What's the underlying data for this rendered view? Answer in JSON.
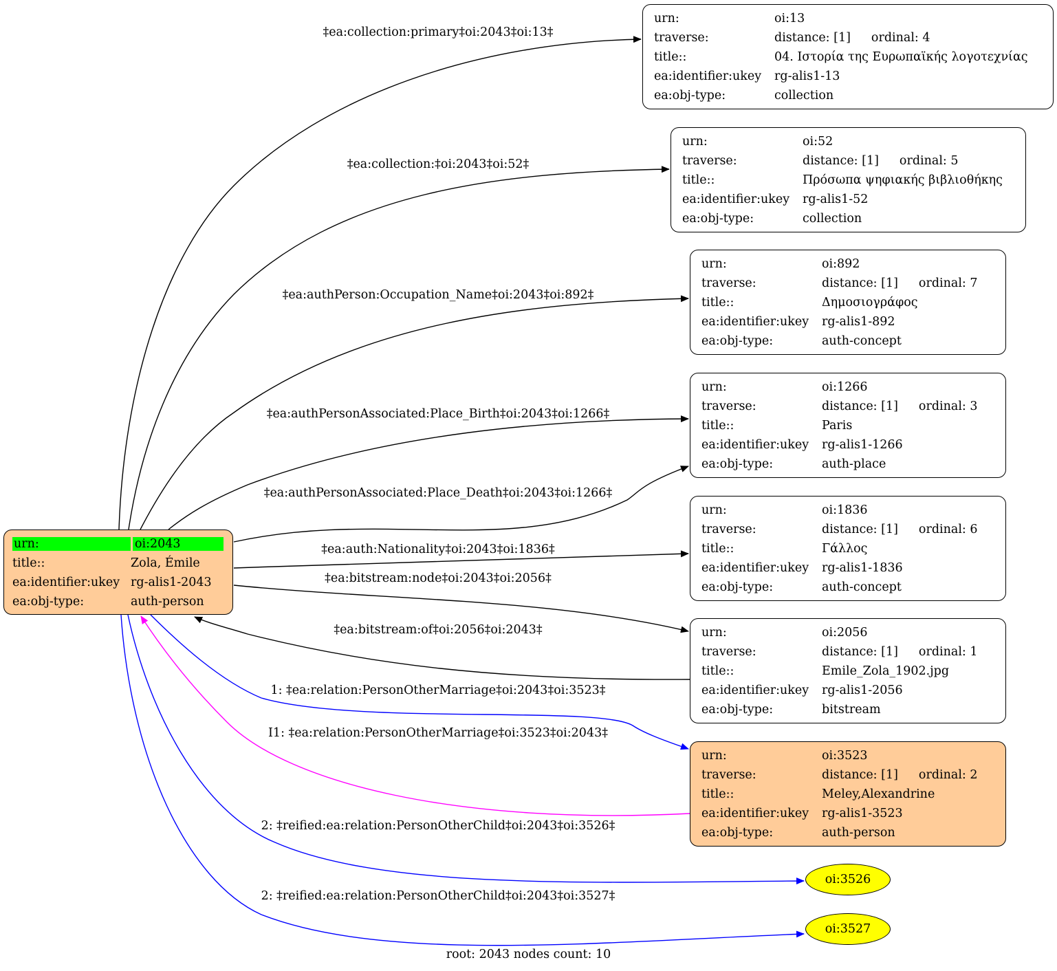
{
  "root": {
    "rows": [
      {
        "key": "urn:",
        "value": "oi:2043"
      },
      {
        "key": "title::",
        "value": "Zola, Émile"
      },
      {
        "key": "ea:identifier:ukey",
        "value": "rg-alis1-2043"
      },
      {
        "key": "ea:obj-type:",
        "value": "auth-person"
      }
    ]
  },
  "nodes": [
    {
      "urn": "oi:13",
      "distance": "distance: [1]",
      "ordinal": "ordinal: 4",
      "title": "04. Ιστορία της Ευρωπαϊκής λογοτεχνίας",
      "ukey": "rg-alis1-13",
      "type": "collection"
    },
    {
      "urn": "oi:52",
      "distance": "distance: [1]",
      "ordinal": "ordinal: 5",
      "title": "Πρόσωπα ψηφιακής βιβλιοθήκης",
      "ukey": "rg-alis1-52",
      "type": "collection"
    },
    {
      "urn": "oi:892",
      "distance": "distance: [1]",
      "ordinal": "ordinal: 7",
      "title": "Δημοσιογράφος",
      "ukey": "rg-alis1-892",
      "type": "auth-concept"
    },
    {
      "urn": "oi:1266",
      "distance": "distance: [1]",
      "ordinal": "ordinal: 3",
      "title": "Paris",
      "ukey": "rg-alis1-1266",
      "type": "auth-place"
    },
    {
      "urn": "oi:1836",
      "distance": "distance: [1]",
      "ordinal": "ordinal: 6",
      "title": "Γάλλος",
      "ukey": "rg-alis1-1836",
      "type": "auth-concept"
    },
    {
      "urn": "oi:2056",
      "distance": "distance: [1]",
      "ordinal": "ordinal: 1",
      "title": "Emile_Zola_1902.jpg",
      "ukey": "rg-alis1-2056",
      "type": "bitstream"
    },
    {
      "urn": "oi:3523",
      "distance": "distance: [1]",
      "ordinal": "ordinal: 2",
      "title": "Meley,Alexandrine",
      "ukey": "rg-alis1-3523",
      "type": "auth-person"
    }
  ],
  "field_labels": {
    "urn": "urn:",
    "traverse": "traverse:",
    "title": "title::",
    "ukey": "ea:identifier:ukey",
    "type": "ea:obj-type:"
  },
  "ellipses": [
    {
      "label": "oi:3526"
    },
    {
      "label": "oi:3527"
    }
  ],
  "edges": [
    {
      "label": "‡ea:collection:primary‡oi:2043‡oi:13‡",
      "color": "#000000"
    },
    {
      "label": "‡ea:collection:‡oi:2043‡oi:52‡",
      "color": "#000000"
    },
    {
      "label": "‡ea:authPerson:Occupation_Name‡oi:2043‡oi:892‡",
      "color": "#000000"
    },
    {
      "label": "‡ea:authPersonAssociated:Place_Birth‡oi:2043‡oi:1266‡",
      "color": "#000000"
    },
    {
      "label": "‡ea:authPersonAssociated:Place_Death‡oi:2043‡oi:1266‡",
      "color": "#000000"
    },
    {
      "label": "‡ea:auth:Nationality‡oi:2043‡oi:1836‡",
      "color": "#000000"
    },
    {
      "label": "‡ea:bitstream:node‡oi:2043‡oi:2056‡",
      "color": "#000000"
    },
    {
      "label": "‡ea:bitstream:of‡oi:2056‡oi:2043‡",
      "color": "#000000"
    },
    {
      "label": "1: ‡ea:relation:PersonOtherMarriage‡oi:2043‡oi:3523‡",
      "color": "#0000ff"
    },
    {
      "label": "I1: ‡ea:relation:PersonOtherMarriage‡oi:3523‡oi:2043‡",
      "color": "#ff00ff"
    },
    {
      "label": "2: ‡reified:ea:relation:PersonOtherChild‡oi:2043‡oi:3526‡",
      "color": "#0000ff"
    },
    {
      "label": "2: ‡reified:ea:relation:PersonOtherChild‡oi:2043‡oi:3527‡",
      "color": "#0000ff"
    }
  ],
  "colors": {
    "person_fill": "#ffcc99",
    "highlight": "#00ff00",
    "ellipse_fill": "#ffff00"
  },
  "footer": "root: 2043 nodes count: 10"
}
